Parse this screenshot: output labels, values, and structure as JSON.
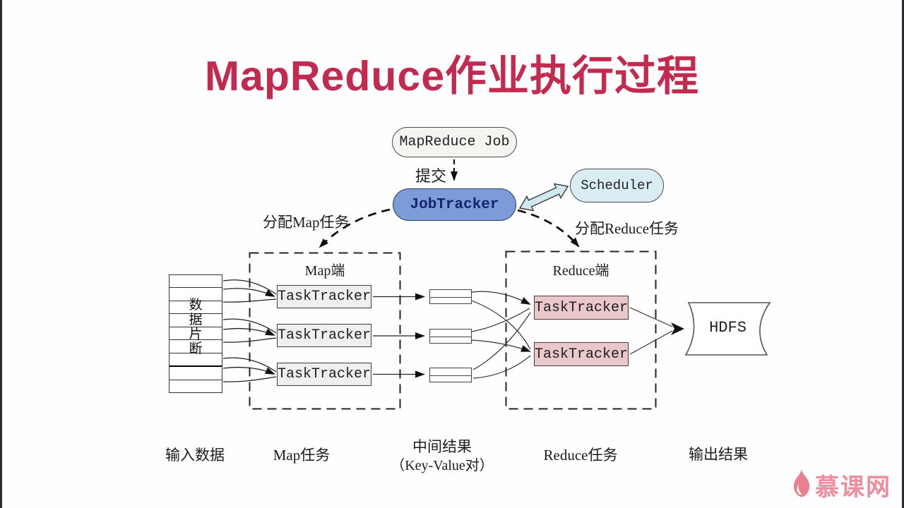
{
  "slide": {
    "title": "MapReduce作业执行过程",
    "colors": {
      "title": "#c22a50",
      "jobtracker_fill": "#7b9cd9",
      "scheduler_fill": "#d9edf2",
      "map_tasktracker_fill": "#edeff1",
      "reduce_tasktracker_fill": "#eac7cb",
      "brand_pink": "#e8808f"
    },
    "flow": {
      "mapreduce_job": "MapReduce Job",
      "submit": "提交",
      "jobtracker": "JobTracker",
      "scheduler": "Scheduler",
      "assign_map": "分配Map任务",
      "assign_reduce": "分配Reduce任务"
    },
    "map_side": {
      "label": "Map端",
      "tasktrackers": [
        "TaskTracker",
        "TaskTracker",
        "TaskTracker"
      ]
    },
    "reduce_side": {
      "label": "Reduce端",
      "tasktrackers": [
        "TaskTracker",
        "TaskTracker"
      ]
    },
    "input_stack": {
      "chars": [
        "数",
        "据",
        "片",
        "断"
      ]
    },
    "hdfs": "HDFS",
    "captions": {
      "input": "输入数据",
      "map_tasks": "Map任务",
      "intermediate1": "中间结果",
      "intermediate2": "（Key-Value对）",
      "reduce_tasks": "Reduce任务",
      "output": "输出结果"
    },
    "brand": "慕课网"
  }
}
